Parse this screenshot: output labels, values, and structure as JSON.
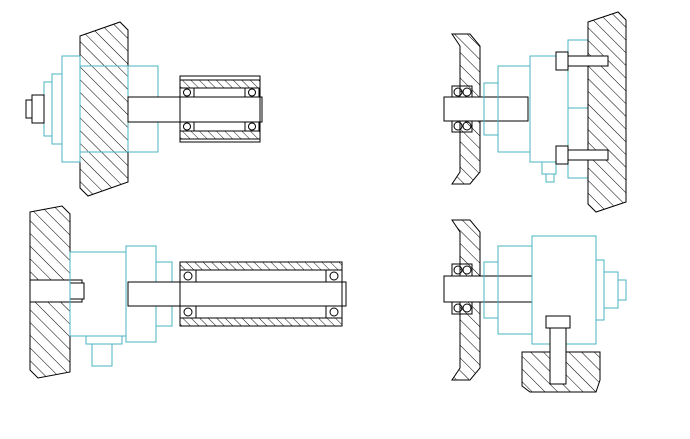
{
  "colors": {
    "outline": "#000000",
    "component": "#4ab3c2",
    "background": "#ffffff"
  },
  "figures": [
    {
      "name": "top-left-assembly"
    },
    {
      "name": "top-right-assembly"
    },
    {
      "name": "bottom-left-assembly"
    },
    {
      "name": "bottom-right-assembly"
    }
  ]
}
